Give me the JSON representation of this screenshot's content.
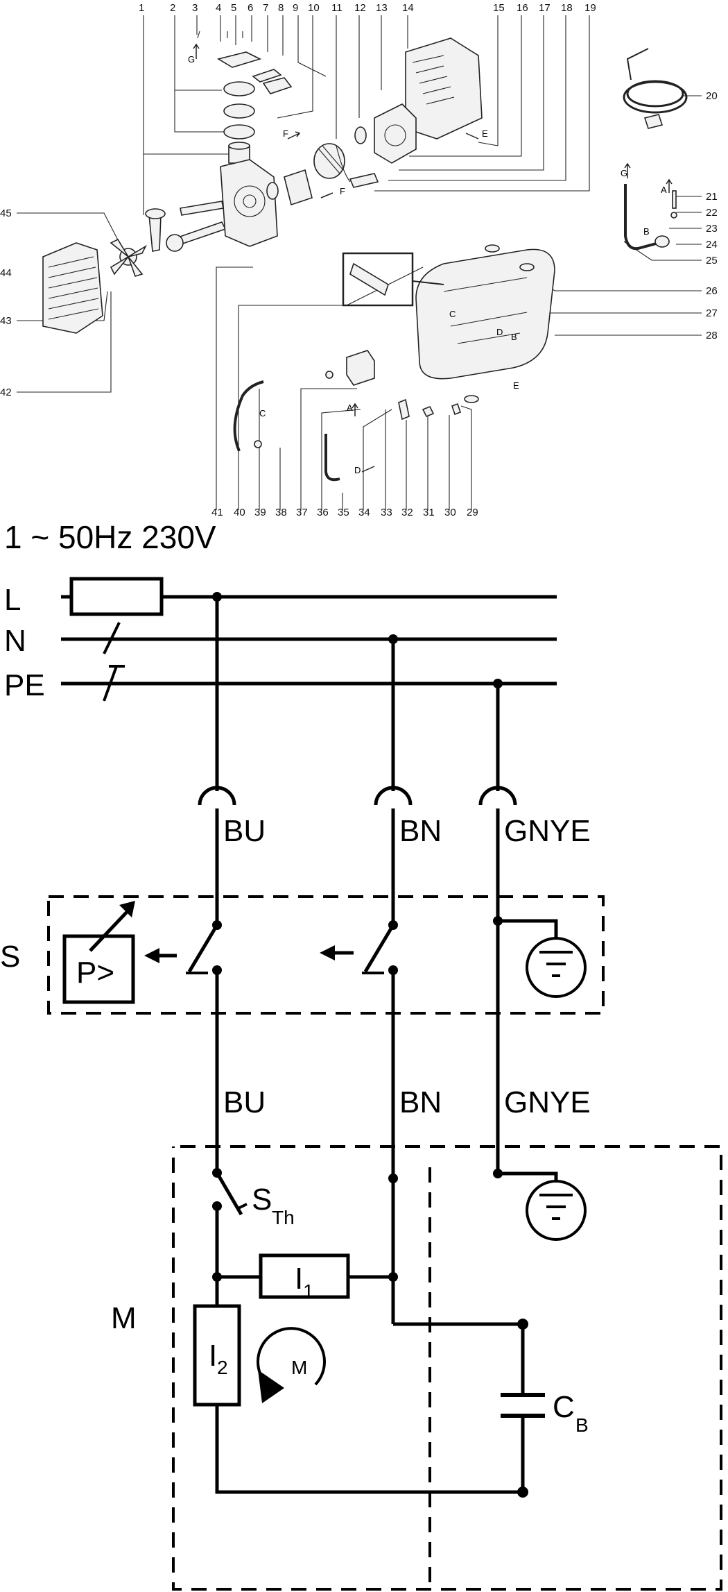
{
  "explode": {
    "top_numbers": [
      "1",
      "2",
      "3",
      "4",
      "5",
      "6",
      "7",
      "8",
      "9",
      "10",
      "11",
      "12",
      "13",
      "14",
      "15",
      "16",
      "17",
      "18",
      "19"
    ],
    "right_numbers": [
      "20",
      "21",
      "22",
      "23",
      "24",
      "25",
      "26",
      "27",
      "28"
    ],
    "bottom_numbers": [
      "41",
      "40",
      "39",
      "38",
      "37",
      "36",
      "35",
      "34",
      "33",
      "32",
      "31",
      "30",
      "29"
    ],
    "left_numbers": [
      "45",
      "44",
      "43",
      "42"
    ],
    "flow_letters": [
      "G",
      "F",
      "F",
      "E",
      "G",
      "A",
      "B",
      "C",
      "D",
      "B",
      "E",
      "C",
      "A",
      "D"
    ]
  },
  "schematic": {
    "supply": "1 ~ 50Hz 230V",
    "lines": [
      "L",
      "N",
      "PE"
    ],
    "wire_top": [
      "BU",
      "BN",
      "GNYE"
    ],
    "wire_mid": [
      "BU",
      "BN",
      "GNYE"
    ],
    "switch_block_label": "S",
    "pressure_switch": "P>",
    "motor_block_label": "M",
    "thermal_switch": {
      "main": "S",
      "sub": "Th"
    },
    "winding_1": {
      "main": "I",
      "sub": "1"
    },
    "winding_2": {
      "main": "I",
      "sub": "2"
    },
    "motor_symbol": "M",
    "capacitor": {
      "main": "C",
      "sub": "B"
    }
  }
}
